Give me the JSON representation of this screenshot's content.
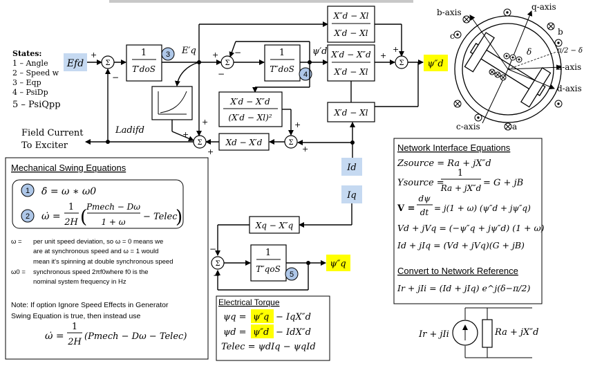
{
  "states": {
    "title": "States:",
    "items": [
      "1 – Angle",
      "2 – Speed w",
      "3 – Eqp",
      "4 – PsiDp",
      "5 – PsiQpp"
    ]
  },
  "signals": {
    "efd": "Efd",
    "eqp": "E′q",
    "psidp": "ψ′d",
    "psidpp": "ψ″d",
    "psiqpp": "ψ″q",
    "id": "Id",
    "iq": "Iq",
    "lad_ifd": "Ladifd",
    "field_current": "Field Current",
    "to_exciter": "To Exciter"
  },
  "blocks": {
    "one": "1",
    "tdo_p": "T′doS",
    "tdo_pp": "T″doS",
    "tqo_pp": "T″qoS",
    "ratio_top_num": "X″d − Xl",
    "ratio_top_den": "X′d − Xl",
    "ratio_mid_num": "X′d − X″d",
    "ratio_mid_den": "X′d − Xl",
    "sat_num": "X′d − X″d",
    "sat_den": "(X′d − Xl)²",
    "xd_minus_xdp": "Xd − X′d",
    "xdp_minus_xl": "X′d − Xl",
    "xq_minus_xqpp": "Xq − X″q"
  },
  "markers": {
    "s1": "1",
    "s2": "2",
    "s3": "3",
    "s4": "4",
    "s5": "5"
  },
  "signs": {
    "plus": "+",
    "minus": "−",
    "sigma": "Σ"
  },
  "machine": {
    "b_axis": "b-axis",
    "q_axis": "q-axis",
    "a_axis": "a-axis",
    "d_axis": "d-axis",
    "c_axis": "c-axis",
    "c": "c",
    "b": "b",
    "a": "a",
    "delta": "δ",
    "angle": "π/2 − δ"
  },
  "swing": {
    "title": "Mechanical Swing Equations",
    "eq1": "δ̇ = ω ∗ ω0",
    "eq2_lhs": "ω̇ =",
    "eq2_frac_num": "1",
    "eq2_frac_den": "2H",
    "eq2_inner_num": "Pmech − Dω",
    "eq2_inner_den": "1 + ω",
    "eq2_tail": "− Telec",
    "omega_label": "ω =",
    "omega_desc": [
      "per unit speed deviation, so ω = 0 means we",
      "are at synchronous speed and ω = 1 would",
      "mean it's spinning at double synchronous speed"
    ],
    "omega0_label": "ω0 =",
    "omega0_desc": [
      "synchronous speed 2πf0where f0 is the",
      "nominal system frequency in Hz"
    ],
    "note_lines": [
      "Note: If option Ignore Speed Effects in Generator",
      "Swing Equation is true, then instead use"
    ],
    "eq3_lhs": "ω̇ =",
    "eq3_num": "1",
    "eq3_den": "2H",
    "eq3_tail": "(Pmech − Dω − Telec)"
  },
  "torque": {
    "title": "Electrical Torque",
    "l1_lhs": "ψq =",
    "l1_hl": "ψ″q",
    "l1_tail": "− IqX″d",
    "l2_lhs": "ψd =",
    "l2_hl": "ψ″d",
    "l2_tail": "− IdX″d",
    "l3": "Telec = ψdIq − ψqId"
  },
  "network": {
    "title": "Network Interface Equations",
    "zsrc": "Zsource = Ra + jX″d",
    "ysrc_lhs": "Ysource =",
    "ysrc_num": "1",
    "ysrc_den": "Ra + jX″d",
    "ysrc_tail": "= G + jB",
    "v_lhs": "V =",
    "v_num": "dψ",
    "v_den": "dt",
    "v_tail": "= j(1 + ω) (ψ″d + jψ″q)",
    "vd": "Vd + jVq = (−ψ″q + jψ″d) (1 + ω)",
    "id": "Id + jIq = (Vd + jVq)(G + jB)",
    "convert_title": "Convert to Network Reference",
    "ir": "Ir + jIi = (Id + jIq) e^j(δ−π/2)"
  },
  "circuit": {
    "current": "Ir + jIi",
    "impedance": "Ra + jX″d"
  },
  "colors": {
    "highlight": "#ffff00",
    "signal_box": "#c5d9f1",
    "state_circle": "#aec7e8"
  }
}
